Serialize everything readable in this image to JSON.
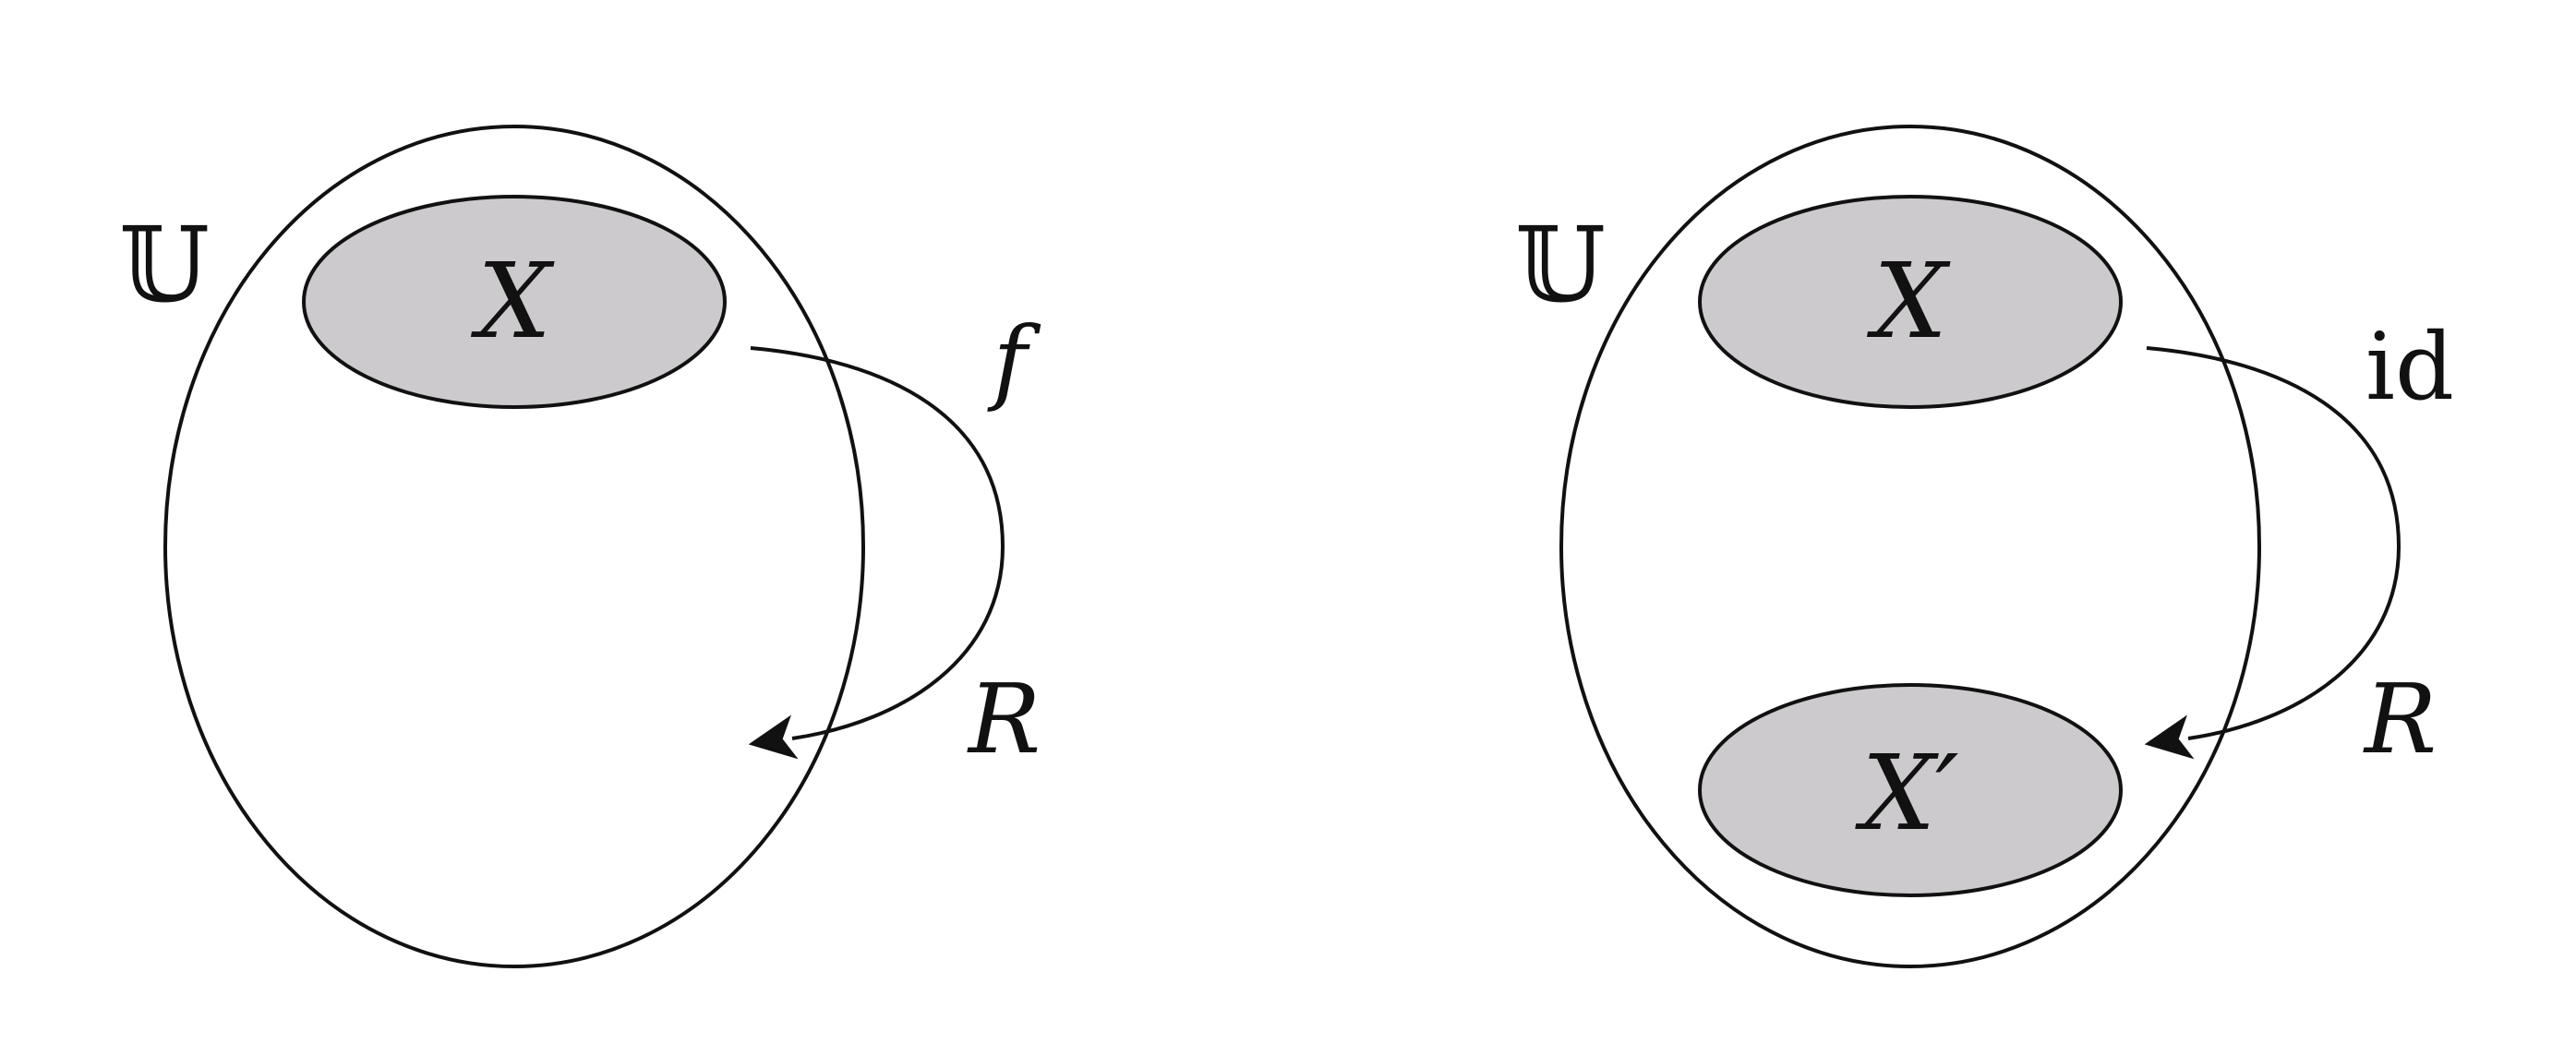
{
  "colors": {
    "stroke": "#111111",
    "set_fill": "#cccacc",
    "background": "#ffffff"
  },
  "left_panel": {
    "universe_label": "𝕌",
    "set_label": "X",
    "top_arrow_label": "f",
    "bottom_arrow_label": "R"
  },
  "right_panel": {
    "universe_label": "𝕌",
    "set_label": "X",
    "second_set_label": "X′",
    "top_arrow_label": "id",
    "bottom_arrow_label": "R"
  }
}
